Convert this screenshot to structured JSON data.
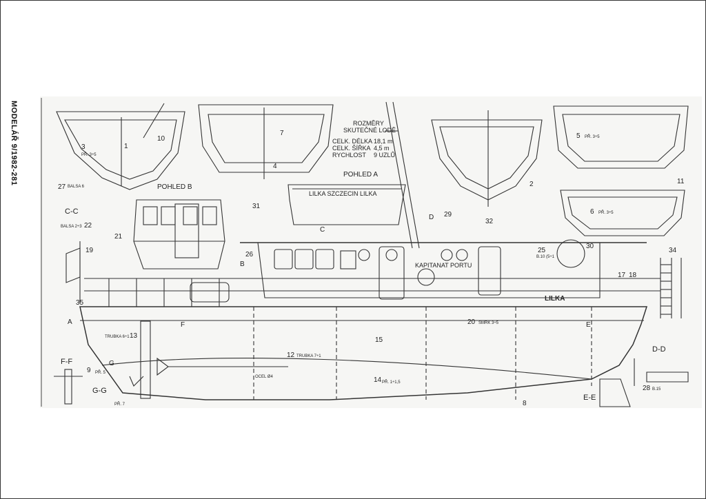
{
  "caption": "MODELÁŘ 9/1982-281",
  "dimensions": {
    "heading_1": "ROZMĚRY",
    "heading_2": "SKUTEČNÉ LODĚ",
    "length_label": "CELK. DÉLKA",
    "length_value": "18,1 m",
    "width_label": "CELK. ŠÍŘKA",
    "width_value": "4,5 m",
    "speed_label": "RYCHLOST",
    "speed_value": "9 UZLŮ"
  },
  "views": {
    "pohled_a": "POHLED A",
    "pohled_b": "POHLED B",
    "stern_text": "LILKA   SZCZECIN   LILKA",
    "kapitanat": "KAPITANAT PORTU",
    "hull_name": "LILKA"
  },
  "sections": {
    "cc": "C-C",
    "ff": "F-F",
    "gg": "G-G",
    "dd": "D-D",
    "ee": "E-E"
  },
  "callouts": [
    "1",
    "2",
    "3",
    "4",
    "5",
    "6",
    "7",
    "8",
    "9",
    "10",
    "11",
    "12",
    "13",
    "14",
    "15",
    "17",
    "18",
    "19",
    "20",
    "21",
    "22",
    "25",
    "26",
    "27",
    "28",
    "29",
    "30",
    "31",
    "32",
    "34",
    "35"
  ],
  "notes": {
    "pr35": "PŘ. 3÷5",
    "pr5": "PŘ. 5",
    "pr7": "PŘ. 7",
    "balsa6": "BALSA 6",
    "balsa23": "BALSA 2÷3",
    "trubka": "TRUBKA 6÷1",
    "trubka7": "TRUBKA 7÷1",
    "ocel4": "OCEL Ø4",
    "smrk": "SMRK 3÷5",
    "pr15": "PŘ. 1÷1,5",
    "b15": "B.15",
    "b10": "B.10 (5÷1"
  },
  "markers": {
    "a": "A",
    "b": "B",
    "c": "C",
    "d": "D",
    "e": "E",
    "f": "F",
    "g": "G"
  }
}
